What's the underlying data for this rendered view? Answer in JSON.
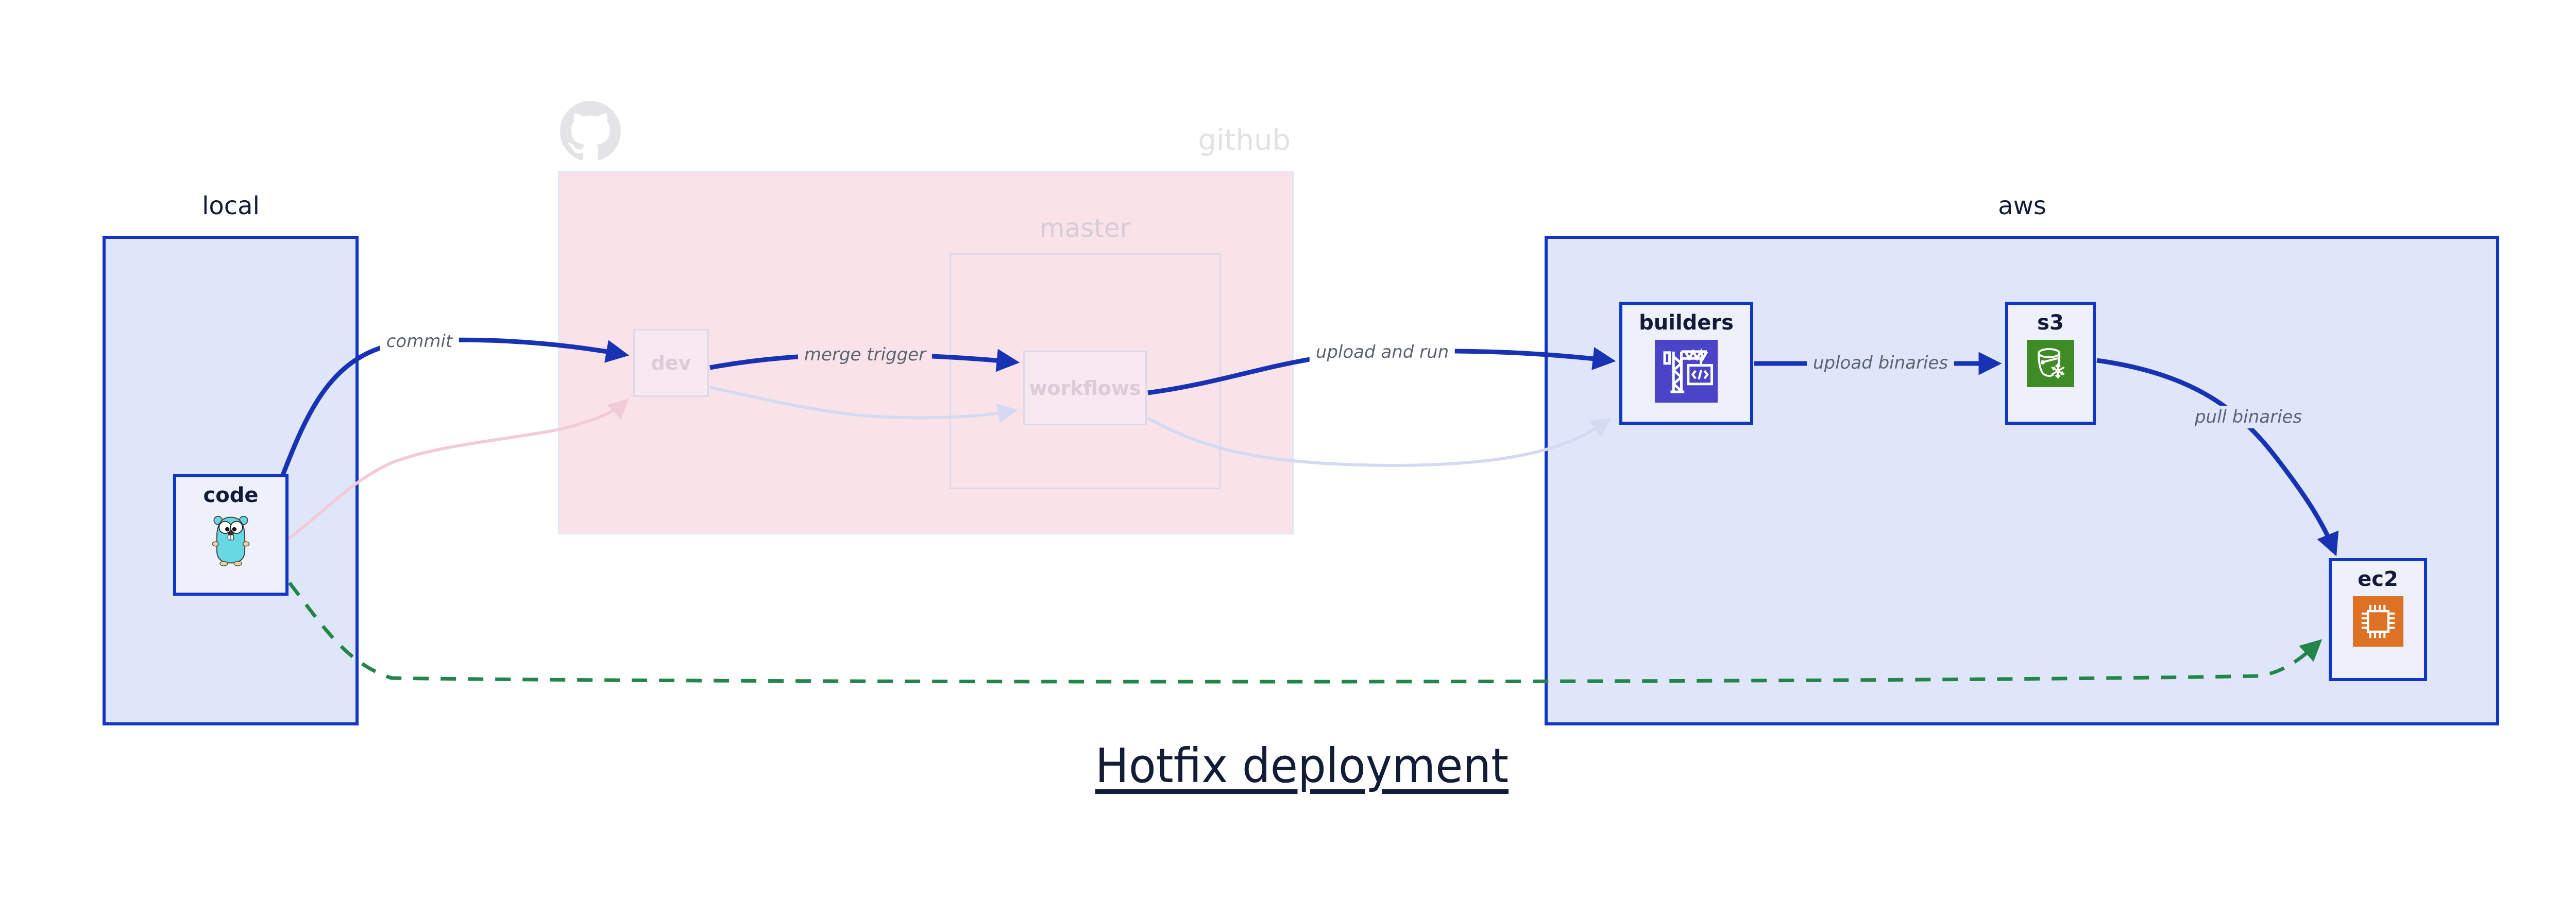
{
  "diagram": {
    "title": "Hotfix deployment",
    "containers": {
      "local": {
        "label": "local"
      },
      "github": {
        "label": "github",
        "watermark_icon": "octocat-logo-icon",
        "sub": {
          "master": {
            "label": "master"
          }
        }
      },
      "aws": {
        "label": "aws"
      }
    },
    "nodes": {
      "code": {
        "label": "code",
        "icon": "go-gopher-icon"
      },
      "dev": {
        "label": "dev"
      },
      "workflows": {
        "label": "workflows"
      },
      "builders": {
        "label": "builders",
        "icon": "aws-codebuild-crane-icon"
      },
      "s3": {
        "label": "s3",
        "icon": "aws-s3-glacier-bucket-icon"
      },
      "ec2": {
        "label": "ec2",
        "icon": "aws-ec2-chip-icon"
      }
    },
    "edges": {
      "commit": {
        "label": "commit",
        "from": "code",
        "to": "dev",
        "style": "active-blue"
      },
      "merge_trigger": {
        "label": "merge trigger",
        "from": "dev",
        "to": "workflows",
        "style": "active-blue"
      },
      "upload_and_run": {
        "label": "upload and run",
        "from": "workflows",
        "to": "builders",
        "style": "active-blue"
      },
      "upload_binaries": {
        "label": "upload binaries",
        "from": "builders",
        "to": "s3",
        "style": "active-blue"
      },
      "pull_binaries": {
        "label": "pull binaries",
        "from": "s3",
        "to": "ec2",
        "style": "active-blue"
      },
      "hotfix_shortcut": {
        "from": "code",
        "to": "ec2",
        "style": "green-dashed"
      },
      "faded_commit": {
        "from": "code",
        "to": "dev",
        "style": "faded-pink"
      },
      "faded_merge": {
        "from": "dev",
        "to": "workflows",
        "style": "faded-lavender"
      },
      "faded_upload": {
        "from": "workflows",
        "to": "builders",
        "style": "faded-lavender"
      }
    },
    "colors": {
      "active_blue": "#1832b4",
      "container_border_blue": "#1136c4",
      "container_fill_lavender": "#dfe6f9",
      "node_fill": "#eef1fc",
      "github_fill_pink": "#f9e3e9",
      "faded_border": "#ddd7ec",
      "faded_node_text": "#dccbd8",
      "faded_pink_edge": "#f3cbd8",
      "faded_lavender_edge": "#d6daf1",
      "hotfix_green": "#23854a",
      "edge_label_gray": "#5a6370",
      "dark_navy_text": "#131c36",
      "github_watermark_gray": "#e4e4e6",
      "codebuild_indigo": "#4a45c8",
      "s3_glacier_green": "#3f8b26",
      "ec2_orange": "#dd7124",
      "gopher_teal": "#66d9e2"
    }
  }
}
